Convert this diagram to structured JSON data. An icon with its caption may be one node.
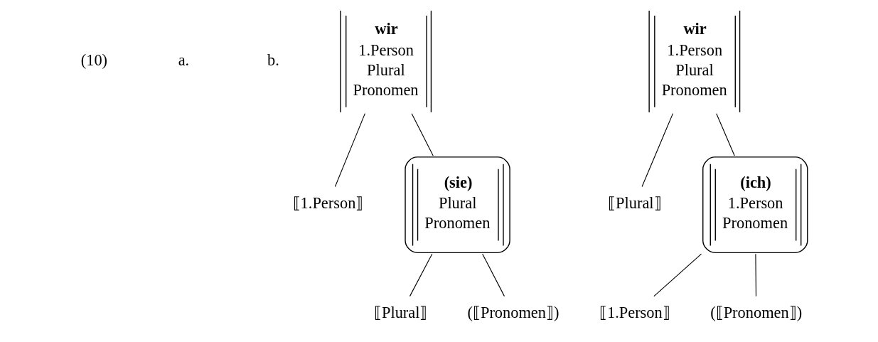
{
  "diagram": {
    "nodes": [
      {
        "text": [
          "wir",
          "1.Person",
          "Plural",
          "Pronomen"
        ]
      },
      {
        "text": [
          "⟦1.Person⟧"
        ]
      },
      {
        "text": [
          "(sie)",
          "Plural",
          "Pronomen"
        ]
      },
      {
        "text": [
          "⟦Plural⟧"
        ]
      },
      {
        "text": [
          "(⟦Pronomen⟧)"
        ]
      },
      {
        "text": [
          "wir",
          "1.Person",
          "Plural",
          "Pronomen"
        ]
      },
      {
        "text": [
          "⟦Plural⟧"
        ]
      },
      {
        "text": [
          "(ich)",
          "1.Person",
          "Pronomen"
        ]
      },
      {
        "text": [
          "⟦1.Person⟧"
        ]
      },
      {
        "text": [
          "(⟦Pronomen⟧)"
        ]
      }
    ],
    "edges": [
      {
        "from": 0,
        "to": 1,
        "arrow": "none"
      },
      {
        "from": 0,
        "to": 2,
        "arrow": "none"
      },
      {
        "from": 2,
        "to": 3,
        "arrow": "none"
      },
      {
        "from": 2,
        "to": 4,
        "arrow": "none"
      },
      {
        "from": 5,
        "to": 6,
        "arrow": "none"
      },
      {
        "from": 5,
        "to": 7,
        "arrow": "none"
      },
      {
        "from": 7,
        "to": 8,
        "arrow": "none"
      },
      {
        "from": 7,
        "to": 9,
        "arrow": "none"
      }
    ],
    "labels": [
      "(10)",
      "a.",
      "b."
    ]
  }
}
